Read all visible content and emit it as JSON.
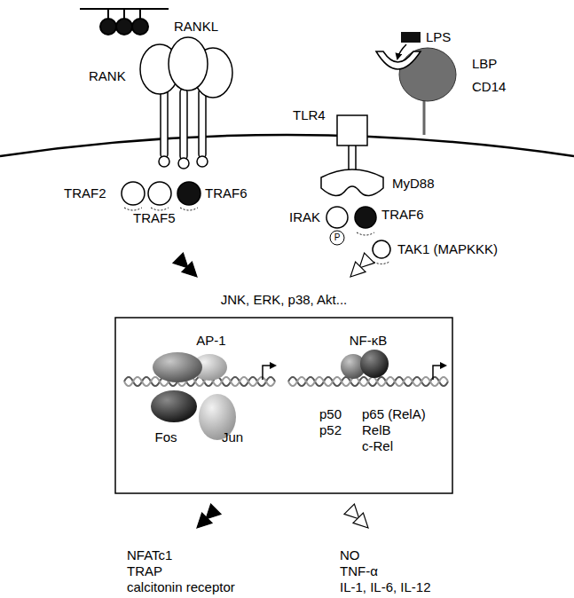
{
  "diagram": {
    "nodes": [
      {
        "text": [
          "AP-1",
          "Fos",
          "Jun"
        ]
      },
      {
        "text": [
          "NF-κB",
          "p50",
          "p52",
          "p65 (RelA)",
          "RelB",
          "c-Rel"
        ]
      }
    ],
    "labels": [
      "RANKL",
      "RANK",
      "TRAF2",
      "TRAF5",
      "TRAF6",
      "LPS",
      "LBP",
      "CD14",
      "TLR4",
      "MyD88",
      "IRAK",
      "P",
      "TRAF6",
      "TAK1 (MAPKKK)",
      "JNK, ERK, p38, Akt...",
      "NFATc1",
      "TRAP",
      "calcitonin receptor",
      "NO",
      "TNF-α",
      "IL-1, IL-6, IL-12"
    ]
  }
}
